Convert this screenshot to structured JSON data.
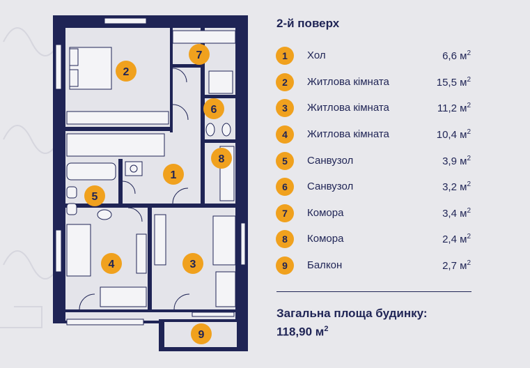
{
  "floor_title": "2-й поверх",
  "rooms": [
    {
      "num": "1",
      "name": "Хол",
      "area": "6,6 м",
      "unit_sup": "2"
    },
    {
      "num": "2",
      "name": "Житлова кімната",
      "area": "15,5 м",
      "unit_sup": "2"
    },
    {
      "num": "3",
      "name": "Житлова кімната",
      "area": "11,2 м",
      "unit_sup": "2"
    },
    {
      "num": "4",
      "name": "Житлова кімната",
      "area": "10,4 м",
      "unit_sup": "2"
    },
    {
      "num": "5",
      "name": "Санвузол",
      "area": "3,9 м",
      "unit_sup": "2"
    },
    {
      "num": "6",
      "name": "Санвузол",
      "area": "3,2 м",
      "unit_sup": "2"
    },
    {
      "num": "7",
      "name": "Комора",
      "area": "3,4 м",
      "unit_sup": "2"
    },
    {
      "num": "8",
      "name": "Комора",
      "area": "2,4 м",
      "unit_sup": "2"
    },
    {
      "num": "9",
      "name": "Балкон",
      "area": "2,7 м",
      "unit_sup": "2"
    }
  ],
  "total": {
    "label": "Загальна площа будинку:",
    "value": "118,90 м",
    "unit_sup": "2"
  },
  "colors": {
    "wall": "#1f2455",
    "badge": "#f0a11e",
    "room_fill": "#e4e4ea",
    "background": "#e8e8ec"
  }
}
